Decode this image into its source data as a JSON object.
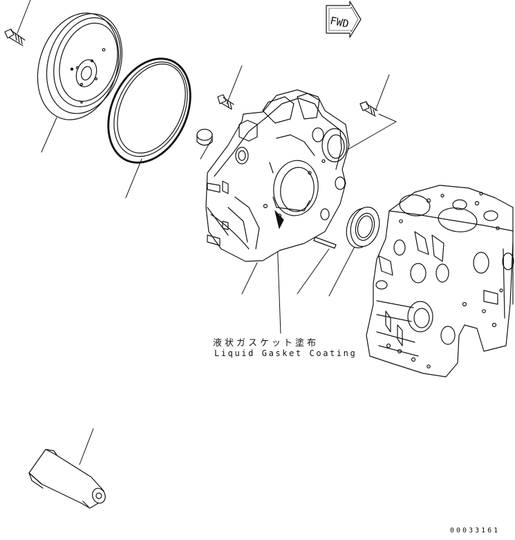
{
  "fwd_label": "FWD",
  "note": {
    "japanese": "液状ガスケット塗布",
    "english": "Liquid Gasket Coating"
  },
  "document_code": "00033161",
  "parts": [
    "bolt",
    "flywheel",
    "ring-gear",
    "plug",
    "bolt",
    "flywheel-housing",
    "bolt",
    "dowel-pin",
    "oil-seal",
    "cylinder-block",
    "gasket-tube"
  ]
}
